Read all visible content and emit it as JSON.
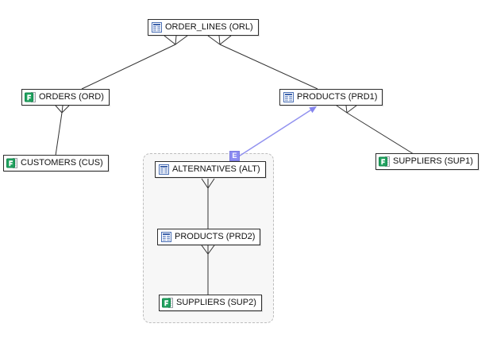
{
  "diagram": {
    "title": "entity-relationship-diagram",
    "nodes": {
      "order_lines": {
        "label": "ORDER_LINES (ORL)",
        "icon": "table-icon"
      },
      "orders": {
        "label": "ORDERS (ORD)",
        "icon": "form-icon"
      },
      "products1": {
        "label": "PRODUCTS (PRD1)",
        "icon": "table-icon"
      },
      "customers": {
        "label": "CUSTOMERS (CUS)",
        "icon": "form-icon"
      },
      "suppliers1": {
        "label": "SUPPLIERS (SUP1)",
        "icon": "form-icon"
      },
      "alternatives": {
        "label": "ALTERNATIVES (ALT)",
        "icon": "table-icon"
      },
      "products2": {
        "label": "PRODUCTS (PRD2)",
        "icon": "table-icon"
      },
      "suppliers2": {
        "label": "SUPPLIERS (SUP2)",
        "icon": "form-icon"
      }
    },
    "badge": {
      "label": "E",
      "color": "#8c8cf2"
    },
    "edges": [
      {
        "from": "ORDERS (ORD)",
        "to": "ORDER_LINES (ORL)",
        "notation": "crow-foot",
        "many_end": "ORDER_LINES (ORL)",
        "color": "#333333"
      },
      {
        "from": "PRODUCTS (PRD1)",
        "to": "ORDER_LINES (ORL)",
        "notation": "crow-foot",
        "many_end": "ORDER_LINES (ORL)",
        "color": "#333333"
      },
      {
        "from": "CUSTOMERS (CUS)",
        "to": "ORDERS (ORD)",
        "notation": "crow-foot",
        "many_end": "ORDERS (ORD)",
        "color": "#333333"
      },
      {
        "from": "SUPPLIERS (SUP1)",
        "to": "PRODUCTS (PRD1)",
        "notation": "crow-foot",
        "many_end": "PRODUCTS (PRD1)",
        "color": "#333333"
      },
      {
        "from": "ALTERNATIVES (ALT)",
        "to": "PRODUCTS (PRD1)",
        "notation": "arrow",
        "many_end": "",
        "color": "#9191ef"
      },
      {
        "from": "PRODUCTS (PRD2)",
        "to": "ALTERNATIVES (ALT)",
        "notation": "crow-foot",
        "many_end": "ALTERNATIVES (ALT)",
        "color": "#333333"
      },
      {
        "from": "SUPPLIERS (SUP2)",
        "to": "PRODUCTS (PRD2)",
        "notation": "crow-foot",
        "many_end": "PRODUCTS (PRD2)",
        "color": "#333333"
      }
    ],
    "colors": {
      "node_border": "#2e2e2e",
      "edge": "#333333",
      "reference_edge": "#9191ef",
      "group_background": "#f7f7f7",
      "group_border": "#bdbdbd",
      "table_icon_blue": "#3d62ab",
      "form_icon_green": "#21a15f"
    }
  }
}
